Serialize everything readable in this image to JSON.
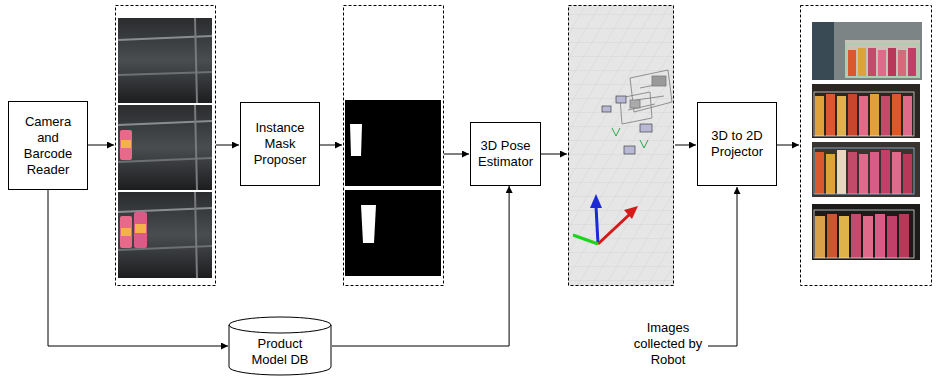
{
  "diagram": {
    "nodes": [
      {
        "text": [
          "Camera and Barcode Reader"
        ]
      },
      {
        "text": [
          "Instance Mask Proposer"
        ]
      },
      {
        "text": [
          "3D Pose Estimator"
        ]
      },
      {
        "text": [
          "3D to 2D Projector"
        ]
      },
      {
        "text": [
          "Product Model DB"
        ]
      }
    ],
    "edges": [
      {
        "from": 0,
        "to": 4,
        "arrow": "to"
      },
      {
        "from": 4,
        "to": 2,
        "arrow": "to"
      }
    ],
    "labels": [
      "Images collected by Robot"
    ]
  }
}
